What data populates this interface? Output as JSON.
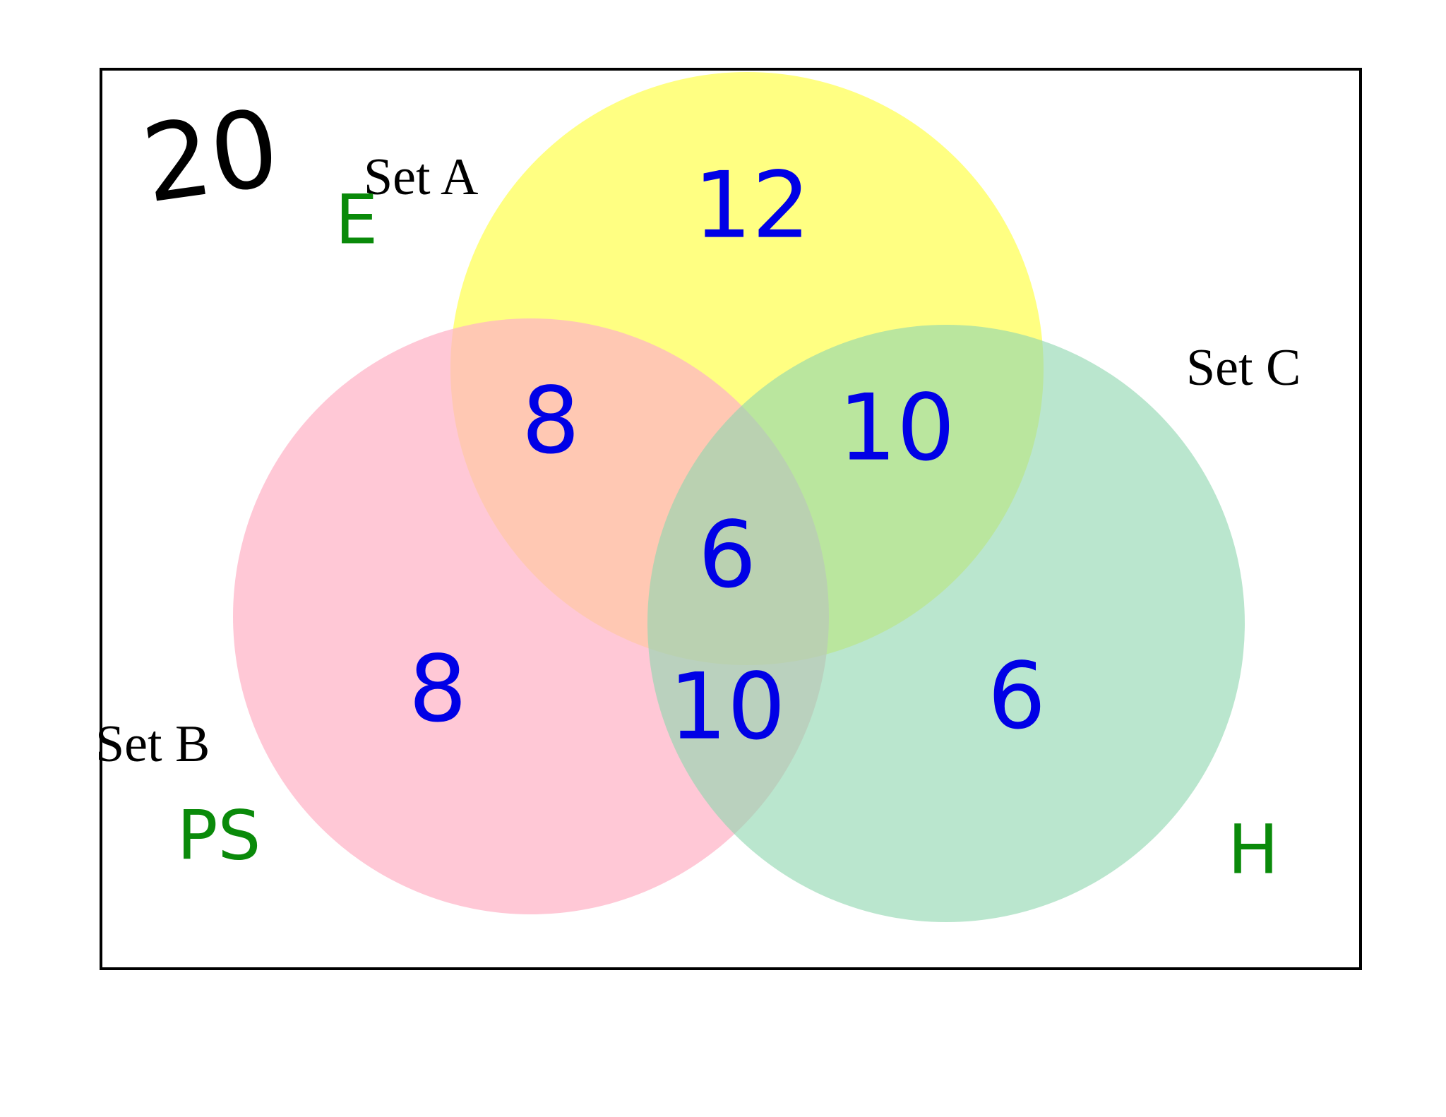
{
  "universe": {
    "frame_stroke": "#000000",
    "total": "20",
    "total_color": "#000000",
    "letter": "E",
    "letter_color": "#0a8a0a"
  },
  "sets": {
    "a": {
      "label": "Set A",
      "abbrev": "",
      "fill": "#ffff66"
    },
    "b": {
      "label": "Set B",
      "abbrev": "PS",
      "fill": "#ffb3c6"
    },
    "c": {
      "label": "Set C",
      "abbrev": "H",
      "fill": "#8fd6b0"
    }
  },
  "annotation_color": "#0a8a0a",
  "region_color": "#0000e6",
  "regions": {
    "a_only": "12",
    "b_only": "8",
    "c_only": "6",
    "ab": "8",
    "ac": "10",
    "bc": "10",
    "abc": "6"
  }
}
